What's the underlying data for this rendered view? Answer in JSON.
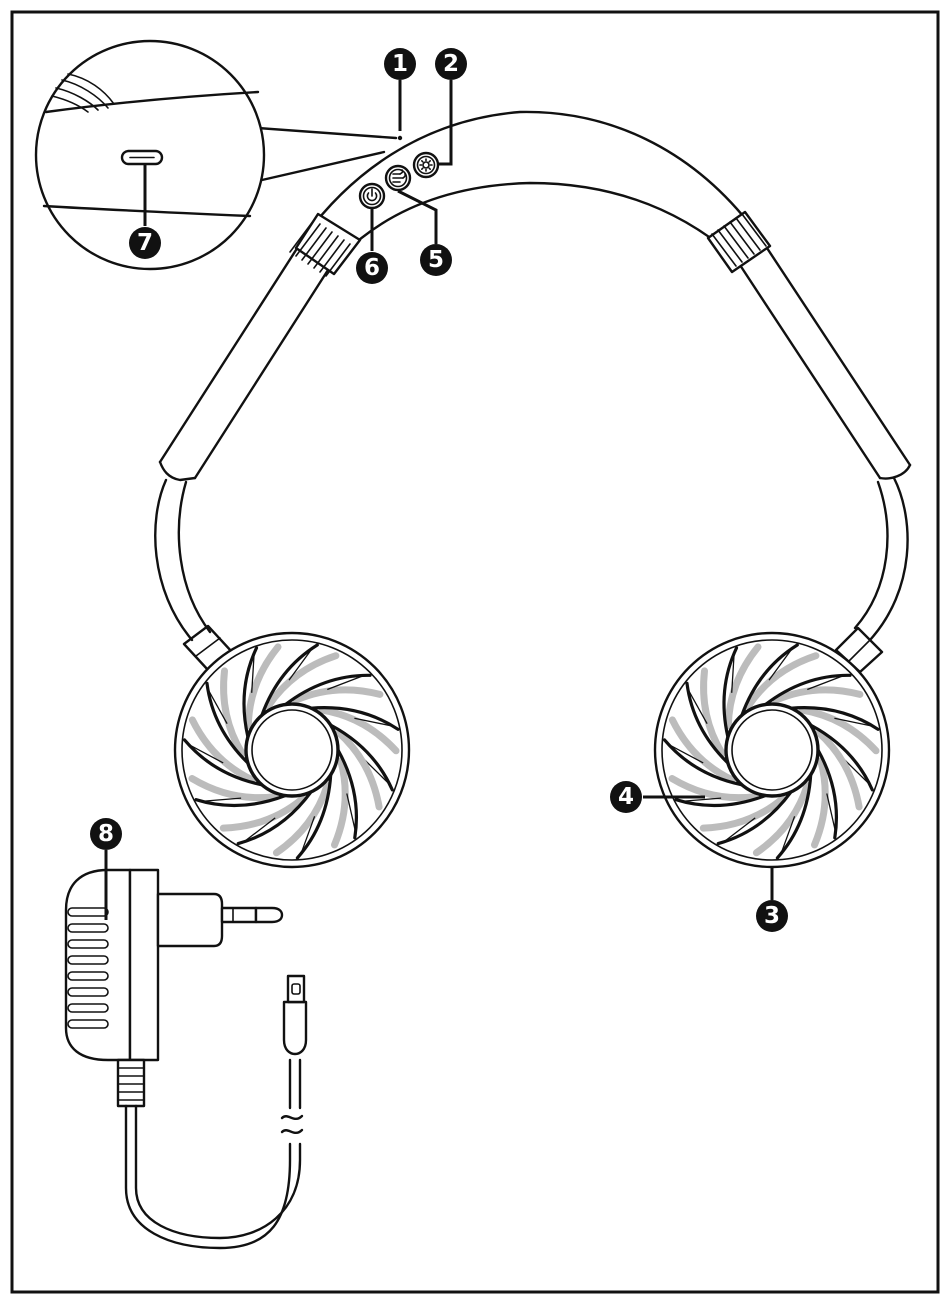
{
  "callouts": [
    {
      "id": "led",
      "label": "1"
    },
    {
      "id": "light-button",
      "label": "2"
    },
    {
      "id": "fan-housing",
      "label": "3"
    },
    {
      "id": "fan-blades",
      "label": "4"
    },
    {
      "id": "speed-button",
      "label": "5"
    },
    {
      "id": "power-button",
      "label": "6"
    },
    {
      "id": "usb-c-port",
      "label": "7"
    },
    {
      "id": "power-adapter",
      "label": "8"
    }
  ],
  "icons": {
    "power": "power-icon",
    "speed": "fan-speed-icon",
    "light": "sun-icon",
    "port": "usb-c-port-icon",
    "cable_break": "cable-break-icon"
  },
  "colors": {
    "ink": "#111111",
    "blade_grey": "#bcbcbc",
    "background": "#ffffff"
  }
}
